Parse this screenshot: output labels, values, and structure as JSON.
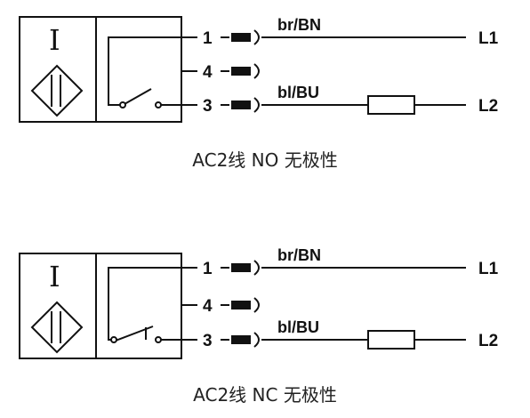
{
  "diagrams": [
    {
      "pins": [
        "1",
        "4",
        "3"
      ],
      "wire_top": "br/BN",
      "wire_bottom": "bl/BU",
      "line_top": "L1",
      "line_bottom": "L2",
      "sensor_symbol": "I",
      "contact": "NO",
      "caption": "AC2线 NO 无极性"
    },
    {
      "pins": [
        "1",
        "4",
        "3"
      ],
      "wire_top": "br/BN",
      "wire_bottom": "bl/BU",
      "line_top": "L1",
      "line_bottom": "L2",
      "sensor_symbol": "I",
      "contact": "NC",
      "caption": "AC2线 NC 无极性"
    }
  ]
}
